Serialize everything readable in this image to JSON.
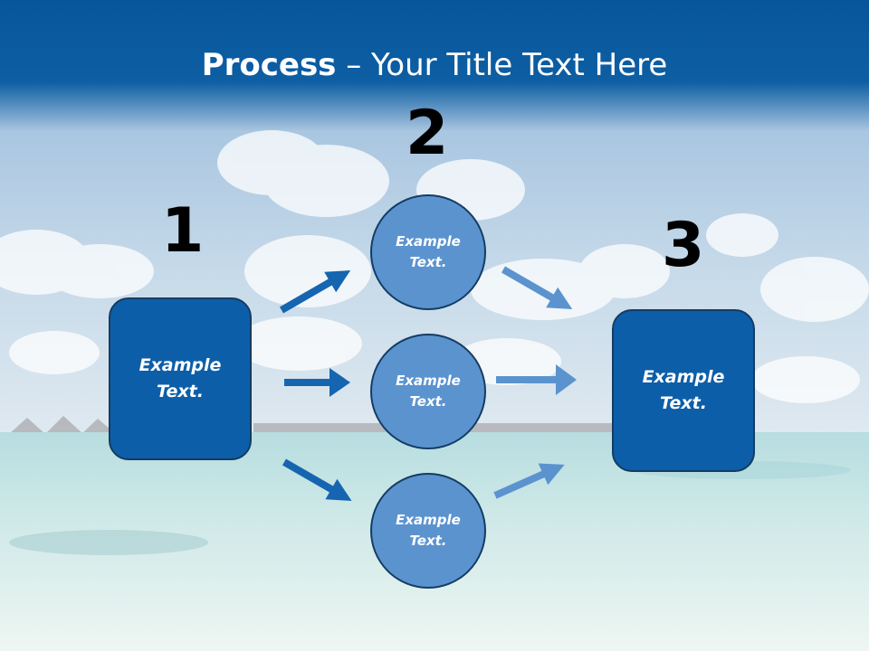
{
  "slide": {
    "title_bold": "Process",
    "title_rest": " – Your Title Text Here"
  },
  "numbers": {
    "n1": "1",
    "n2": "2",
    "n3": "3"
  },
  "boxes": {
    "left": "Example\nText.",
    "right": "Example\nText."
  },
  "circles": {
    "top": "Example\nText.",
    "middle": "Example\nText.",
    "bottom": "Example\nText."
  },
  "colors": {
    "title_bar": "#0a5a9e",
    "box": "#0d5ea8",
    "circle": "#5b93cf",
    "arrow_dark": "#1565b0",
    "arrow_light": "#5b93cf"
  }
}
